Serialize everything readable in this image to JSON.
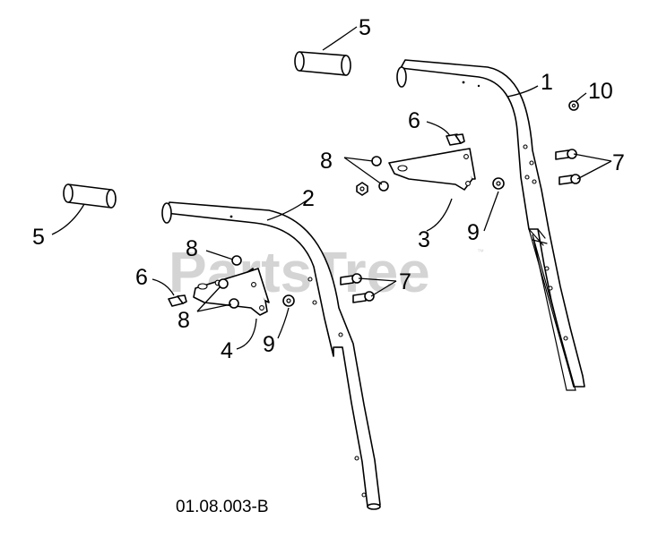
{
  "diagram": {
    "drawing_code": "01.08.003-B",
    "watermark": {
      "text": "PartsTree",
      "trademark": "™"
    },
    "callouts": {
      "part_1": "1",
      "part_2": "2",
      "part_3": "3",
      "part_4": "4",
      "part_5_top": "5",
      "part_5_left": "5",
      "part_6_upper": "6",
      "part_6_lower": "6",
      "part_7_right": "7",
      "part_7_center": "7",
      "part_8_upper": "8",
      "part_8_lower_top": "8",
      "part_8_lower_bottom": "8",
      "part_9_right": "9",
      "part_9_left": "9",
      "part_10": "10"
    }
  }
}
